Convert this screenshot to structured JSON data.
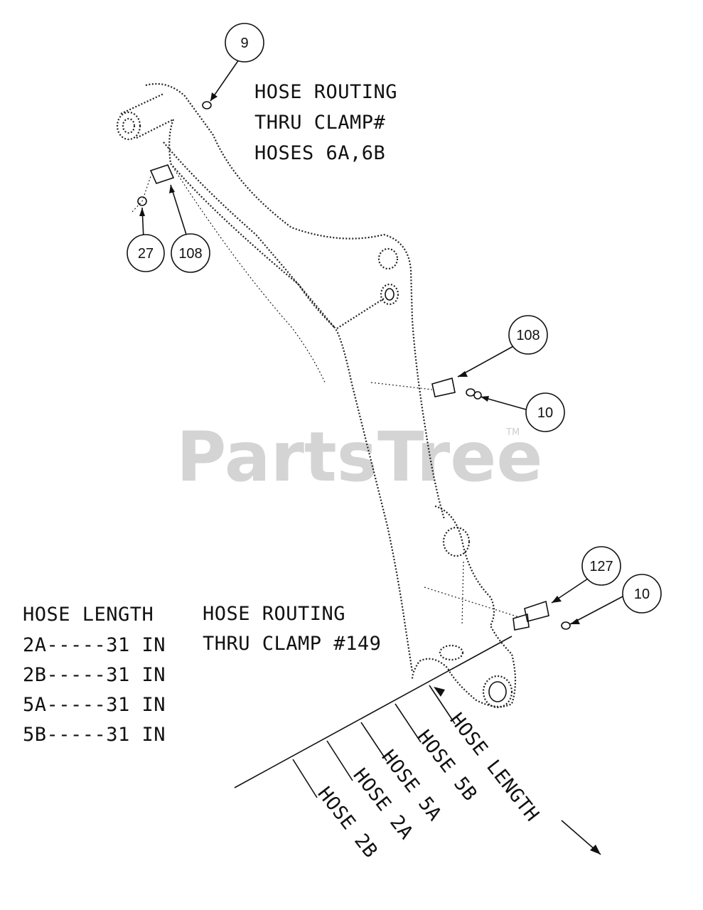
{
  "watermark": {
    "text": "PartsTree",
    "trademark": "TM"
  },
  "notes": {
    "top_right": [
      "HOSE ROUTING",
      "THRU CLAMP#",
      "HOSES 6A,6B"
    ],
    "lower_middle": [
      "HOSE ROUTING",
      "THRU CLAMP #149"
    ],
    "hose_length_table": [
      "HOSE LENGTH",
      "2A-----31 IN",
      "2B-----31 IN",
      "5A-----31 IN",
      "5B-----31 IN"
    ]
  },
  "callouts": {
    "part_9": "9",
    "part_27": "27",
    "part_108_top": "108",
    "part_108_mid": "108",
    "part_10_mid": "10",
    "part_127": "127",
    "part_10_bottom": "10"
  },
  "hose_labels": {
    "hose_length": "HOSE LENGTH",
    "hose_5b": "HOSE 5B",
    "hose_5a": "HOSE 5A",
    "hose_2a": "HOSE 2A",
    "hose_2b": "HOSE 2B"
  }
}
